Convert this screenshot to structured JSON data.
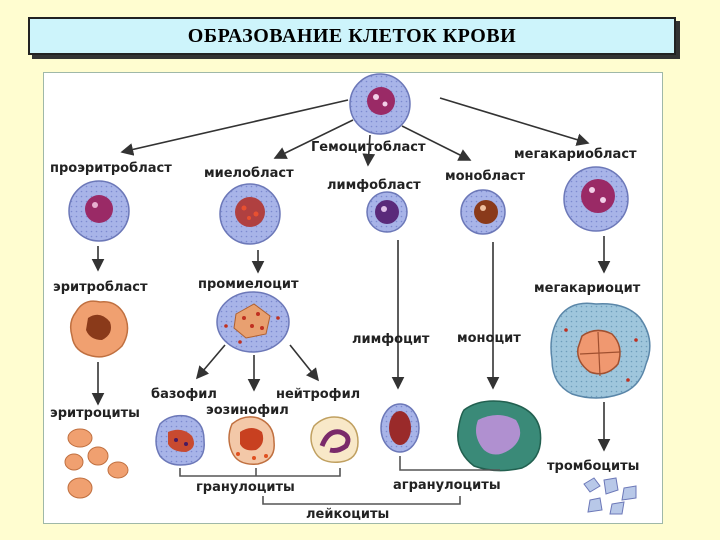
{
  "title": "ОБРАЗОВАНИЕ КЛЕТОК КРОВИ",
  "labels": {
    "hemocytoblast": "Гемоцитобласт",
    "proerythroblast": "проэритробласт",
    "myeloblast": "миелобласт",
    "lymphoblast": "лимфобласт",
    "monoblast": "монобласт",
    "megakaryoblast": "мегакариобласт",
    "erythroblast": "эритробласт",
    "promyelocyte": "промиелоцит",
    "megakaryocyte": "мегакариоцит",
    "lymphocyte": "лимфоцит",
    "monocyte": "моноцит",
    "basophil": "базофил",
    "neutrophil": "нейтрофил",
    "eosinophil": "эозинофил",
    "erythrocytes": "эритроциты",
    "thrombocytes": "тромбоциты",
    "granulocytes": "гранулоциты",
    "agranulocytes": "агранулоциты",
    "leukocytes": "лейкоциты"
  },
  "colors": {
    "background": "#fffdd0",
    "title_box": "#cdf4fb",
    "cell_cytoplasm": "#a8b4e8",
    "nucleus": "#8a1c58",
    "erythro": "#f0a070",
    "granule_red": "#d04020"
  }
}
